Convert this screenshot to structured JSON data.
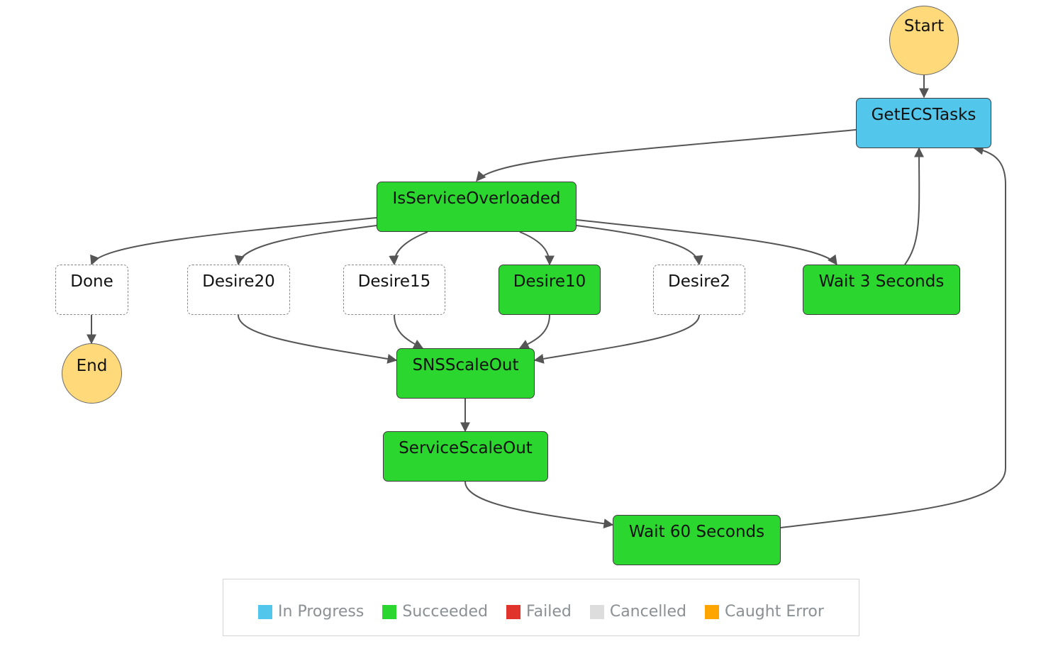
{
  "nodes": [
    {
      "id": "start",
      "label": "Start",
      "status": "terminal"
    },
    {
      "id": "getecstasks",
      "label": "GetECSTasks",
      "status": "in_progress"
    },
    {
      "id": "isserviceoverloaded",
      "label": "IsServiceOverloaded",
      "status": "succeeded"
    },
    {
      "id": "done",
      "label": "Done",
      "status": "not_run"
    },
    {
      "id": "desire20",
      "label": "Desire20",
      "status": "not_run"
    },
    {
      "id": "desire15",
      "label": "Desire15",
      "status": "not_run"
    },
    {
      "id": "desire10",
      "label": "Desire10",
      "status": "succeeded"
    },
    {
      "id": "desire2",
      "label": "Desire2",
      "status": "not_run"
    },
    {
      "id": "wait3",
      "label": "Wait 3 Seconds",
      "status": "succeeded"
    },
    {
      "id": "end",
      "label": "End",
      "status": "terminal"
    },
    {
      "id": "snsscaleout",
      "label": "SNSScaleOut",
      "status": "succeeded"
    },
    {
      "id": "servicescaleout",
      "label": "ServiceScaleOut",
      "status": "succeeded"
    },
    {
      "id": "wait60",
      "label": "Wait 60 Seconds",
      "status": "succeeded"
    }
  ],
  "edges": [
    {
      "from": "start",
      "to": "getecstasks"
    },
    {
      "from": "getecstasks",
      "to": "isserviceoverloaded"
    },
    {
      "from": "isserviceoverloaded",
      "to": "done"
    },
    {
      "from": "isserviceoverloaded",
      "to": "desire20"
    },
    {
      "from": "isserviceoverloaded",
      "to": "desire15"
    },
    {
      "from": "isserviceoverloaded",
      "to": "desire10"
    },
    {
      "from": "isserviceoverloaded",
      "to": "desire2"
    },
    {
      "from": "isserviceoverloaded",
      "to": "wait3"
    },
    {
      "from": "wait3",
      "to": "getecstasks"
    },
    {
      "from": "done",
      "to": "end"
    },
    {
      "from": "desire20",
      "to": "snsscaleout"
    },
    {
      "from": "desire15",
      "to": "snsscaleout"
    },
    {
      "from": "desire10",
      "to": "snsscaleout"
    },
    {
      "from": "desire2",
      "to": "snsscaleout"
    },
    {
      "from": "snsscaleout",
      "to": "servicescaleout"
    },
    {
      "from": "servicescaleout",
      "to": "wait60"
    },
    {
      "from": "wait60",
      "to": "getecstasks"
    }
  ],
  "legend": {
    "items": [
      {
        "label": "In Progress",
        "color": "#53c7eb"
      },
      {
        "label": "Succeeded",
        "color": "#2bd62f"
      },
      {
        "label": "Failed",
        "color": "#e0332b"
      },
      {
        "label": "Cancelled",
        "color": "#dddddd"
      },
      {
        "label": "Caught Error",
        "color": "#ffa500"
      }
    ]
  }
}
